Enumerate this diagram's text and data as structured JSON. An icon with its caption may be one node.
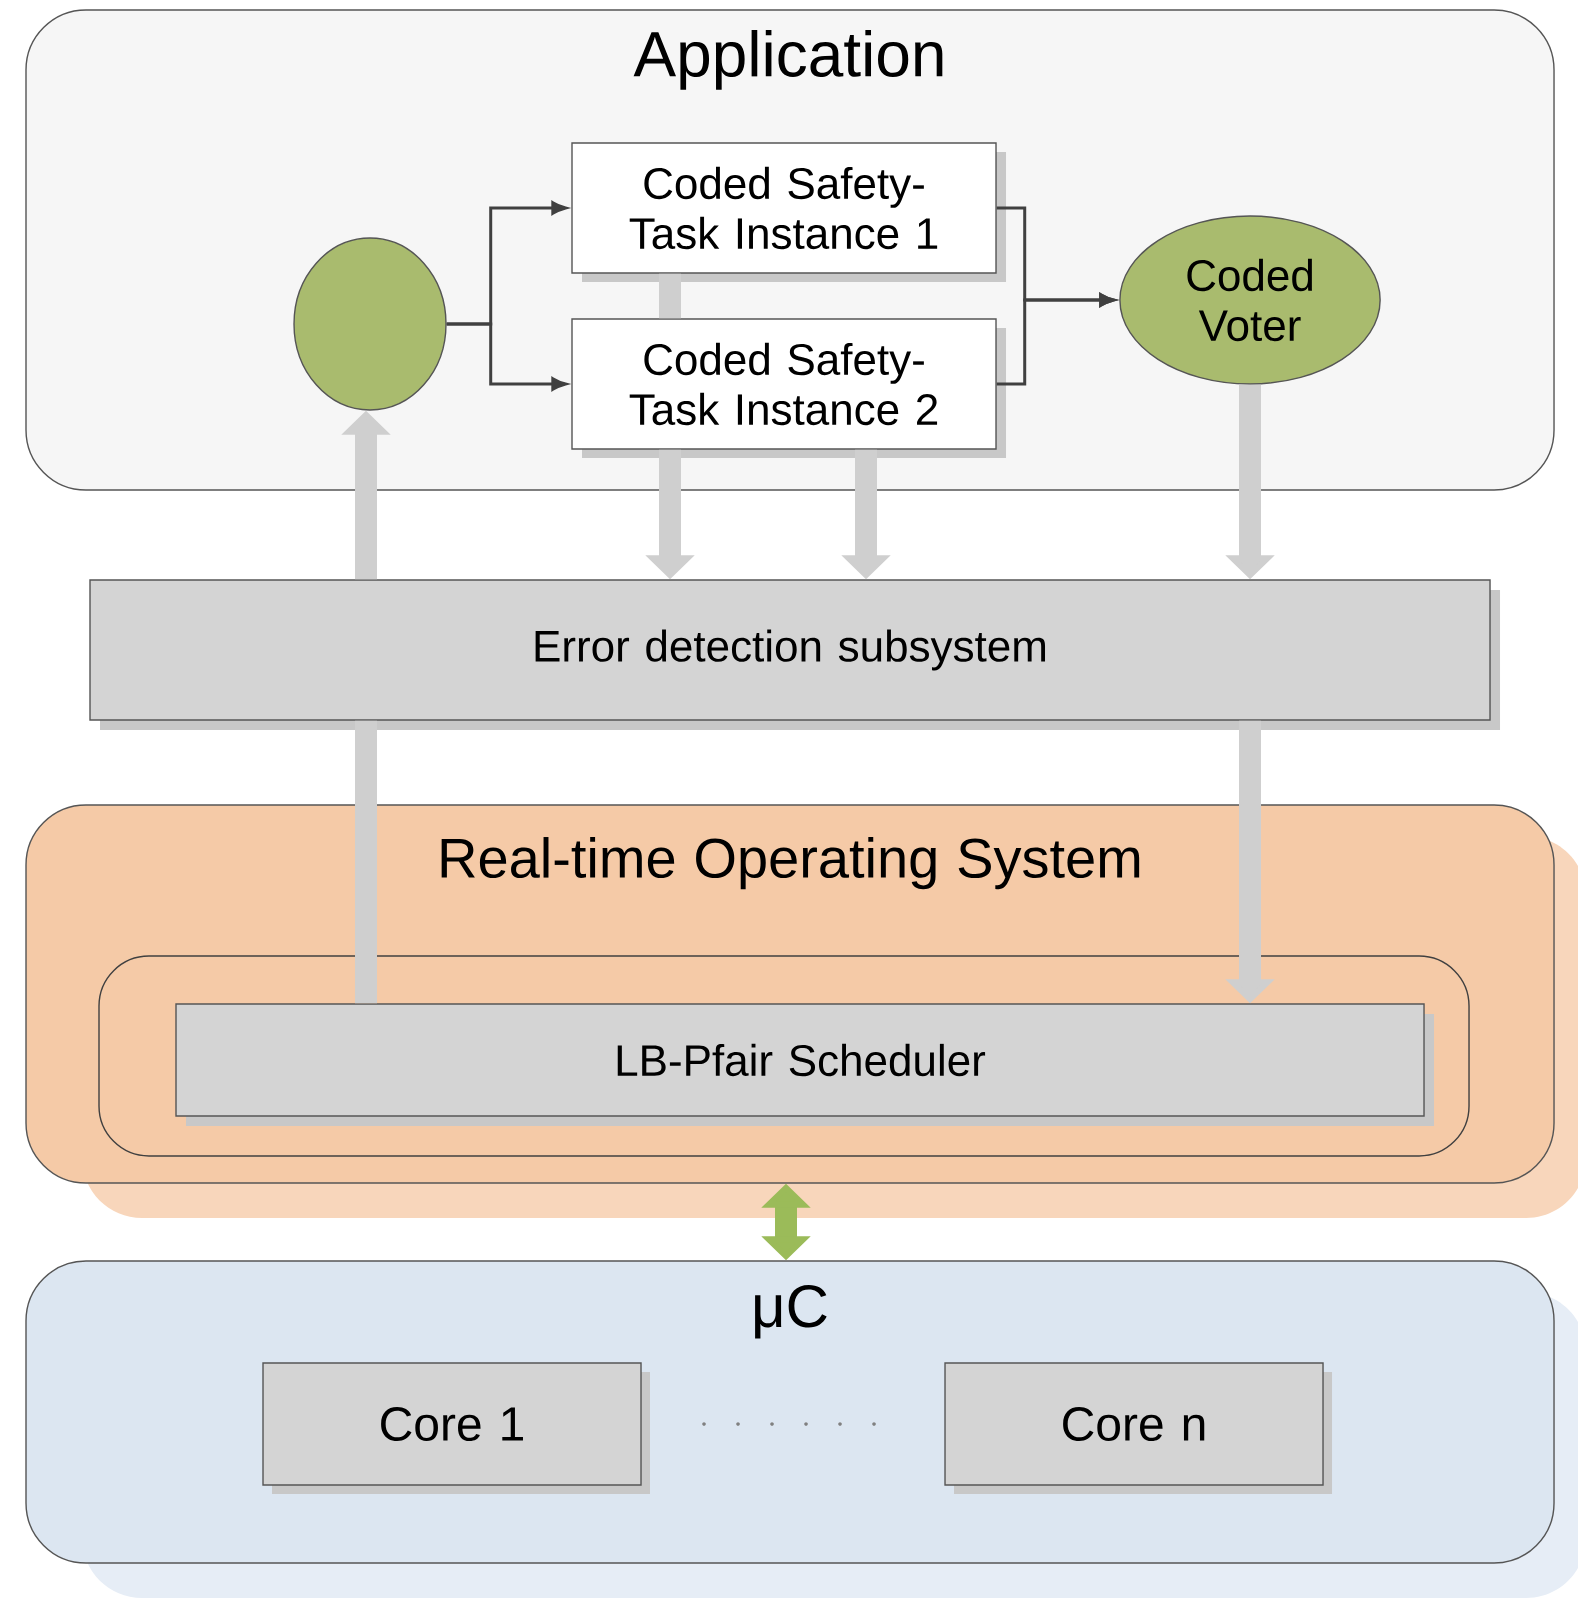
{
  "diagram": {
    "nodes": [
      {
        "text": [
          "Application"
        ]
      },
      {
        "text": [],
        "shape": "circle",
        "in": 0
      },
      {
        "text": [
          "Coded Safety-Task Instance 1"
        ],
        "in": 0
      },
      {
        "text": [
          "Coded Safety-Task Instance 2"
        ],
        "in": 0
      },
      {
        "text": [
          "Coded Voter"
        ],
        "in": 0
      },
      {
        "text": [
          "Error detection subsystem"
        ]
      },
      {
        "text": [
          "Real-time Operating System"
        ]
      },
      {
        "text": [],
        "shape": "box",
        "in": 6
      },
      {
        "text": [
          "LB-Pfair Scheduler"
        ],
        "in": 7
      },
      {
        "text": [
          "μC"
        ]
      },
      {
        "text": [
          "Core 1"
        ],
        "in": 9
      },
      {
        "text": [
          "Core n"
        ],
        "in": 9
      }
    ],
    "edges": [
      {
        "from": 1,
        "to": 2,
        "arrow": "to",
        "color": "#404040"
      },
      {
        "from": 1,
        "to": 3,
        "arrow": "to",
        "color": "#404040"
      },
      {
        "from": 2,
        "to": 4,
        "arrow": "to",
        "color": "#404040"
      },
      {
        "from": 3,
        "to": 4,
        "arrow": "to",
        "color": "#404040"
      },
      {
        "from": 8,
        "to": 5,
        "arrow": "none"
      },
      {
        "from": 5,
        "to": 1,
        "arrow": "to"
      },
      {
        "from": 2,
        "to": 3,
        "arrow": "none"
      },
      {
        "from": 3,
        "to": 5,
        "arrow": "to"
      },
      {
        "from": 3,
        "to": 5,
        "arrow": "to"
      },
      {
        "from": 4,
        "to": 5,
        "arrow": "to"
      },
      {
        "from": 5,
        "to": 8,
        "arrow": "to"
      },
      {
        "from": 6,
        "to": 9,
        "arrow": "both",
        "color": "#9bbb59"
      }
    ]
  }
}
